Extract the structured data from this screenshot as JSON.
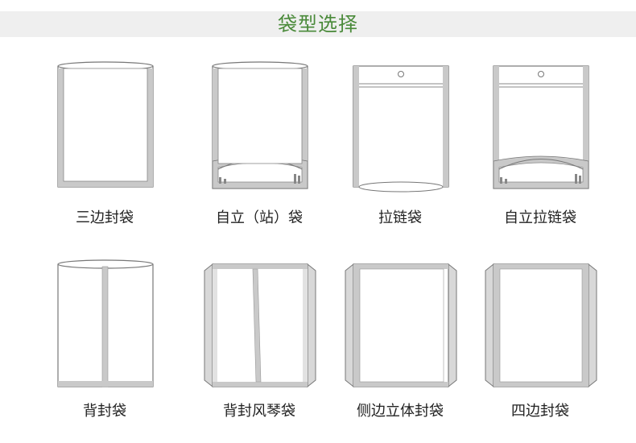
{
  "title": "袋型选择",
  "items": [
    {
      "label": "三边封袋"
    },
    {
      "label": "自立（站）袋"
    },
    {
      "label": "拉链袋"
    },
    {
      "label": "自立拉链袋"
    },
    {
      "label": "背封袋"
    },
    {
      "label": "背封风琴袋"
    },
    {
      "label": "侧边立体封袋"
    },
    {
      "label": "四边封袋"
    }
  ]
}
